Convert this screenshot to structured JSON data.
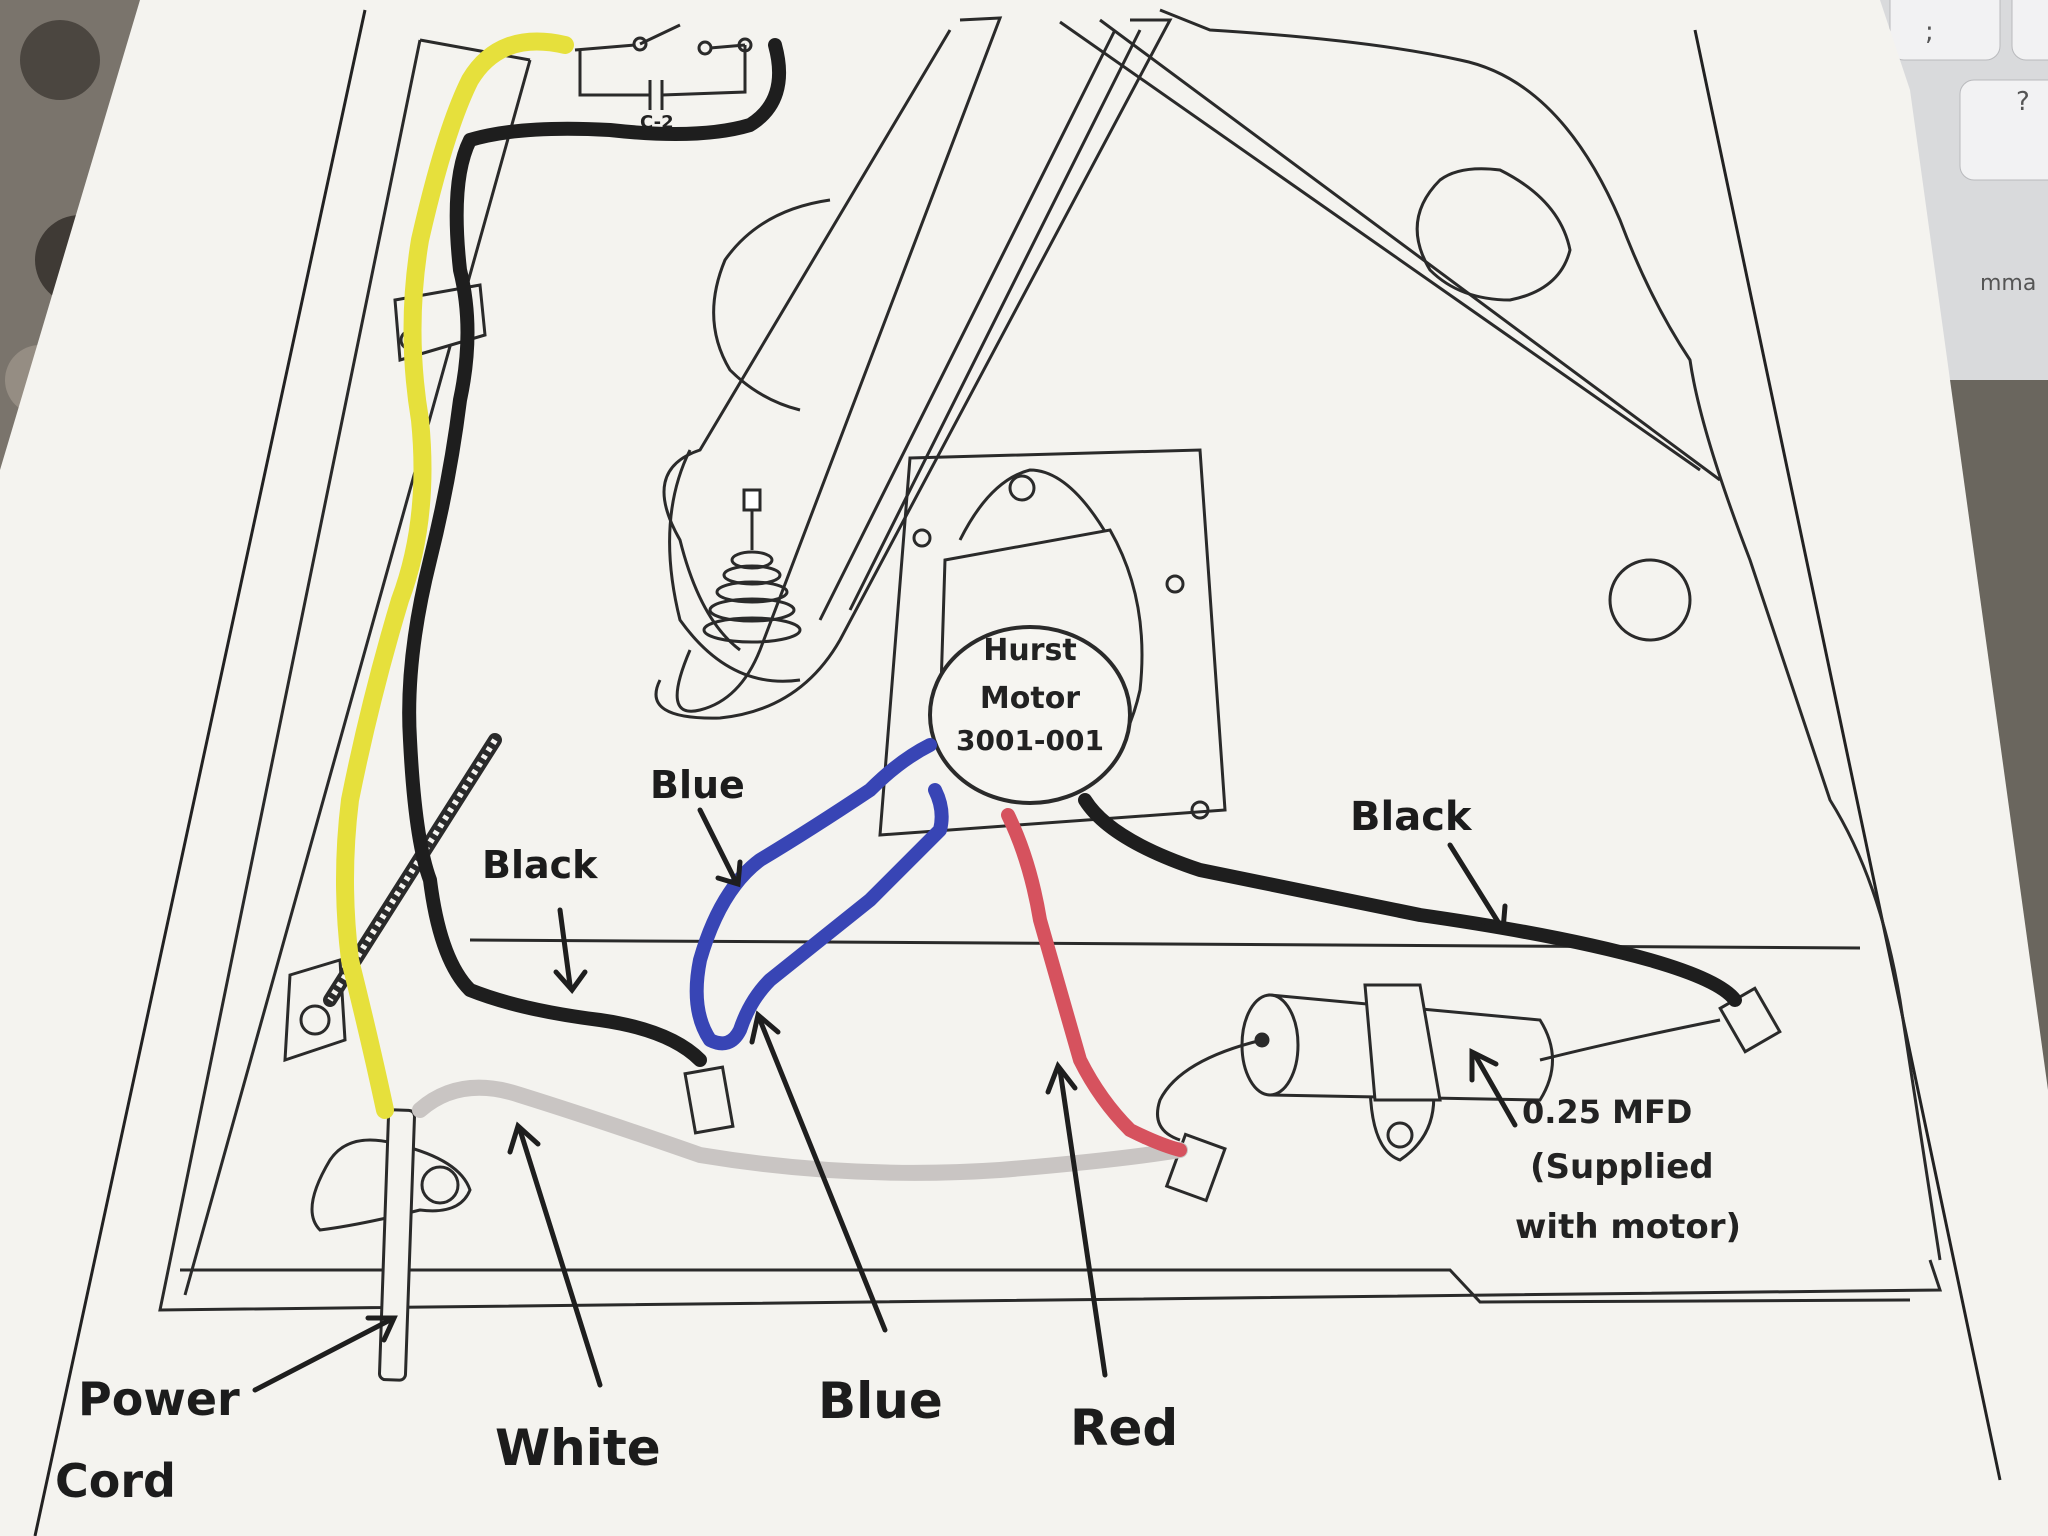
{
  "switch": {
    "label": "C-2"
  },
  "motor": {
    "line1": "Hurst",
    "line2": "Motor",
    "line3": "3001-001"
  },
  "capacitor": {
    "line1": "0.25 MFD",
    "line2": "(Supplied",
    "line3": "with motor)"
  },
  "wire_labels": {
    "blue_top": "Blue",
    "black_left": "Black",
    "black_right": "Black",
    "power_line1": "Power",
    "power_line2": "Cord",
    "white": "White",
    "blue_bottom": "Blue",
    "red": "Red"
  },
  "keyboard": {
    "key_question": "?",
    "key_semicolon": ";",
    "partial_text": "mma"
  },
  "colors": {
    "yellow_wire": "#e6e03c",
    "black_wire": "#1e1e1e",
    "blue_wire": "#3845b5",
    "red_wire": "#d6525e",
    "white_wire": "#c9c5c3",
    "paper": "#f4f3ef",
    "ink": "#2a2a2a"
  }
}
